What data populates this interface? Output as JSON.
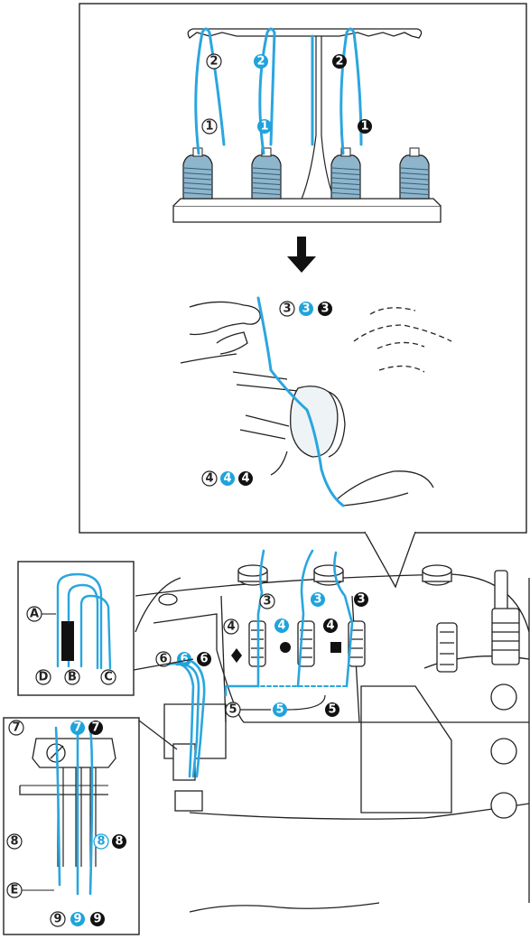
{
  "colors": {
    "thread": "#2aa6de",
    "line": "#222222",
    "blue_fill": "#1fa3dc",
    "black_fill": "#111111",
    "spool_body": "#8fb5cc"
  },
  "icons": [
    "arrow-down-icon",
    "diamond-icon",
    "circle-icon",
    "square-icon"
  ],
  "labels": {
    "step1": [
      "①",
      "1",
      "1"
    ],
    "step2": [
      "②",
      "2",
      "2"
    ],
    "step3": [
      "③",
      "3",
      "3"
    ],
    "step4": [
      "④",
      "4",
      "4"
    ],
    "step5": [
      "⑤",
      "5",
      "5"
    ],
    "step6": [
      "⑥",
      "6",
      "6"
    ],
    "step7": [
      "⑦",
      "7",
      "7"
    ],
    "step8": [
      "⑧",
      "8",
      "8"
    ],
    "step9": [
      "⑨",
      "9",
      "9"
    ],
    "inset_a": "Ⓐ",
    "inset_b": "Ⓑ",
    "inset_c": "Ⓒ",
    "inset_d": "Ⓓ",
    "inset_e": "Ⓔ"
  }
}
